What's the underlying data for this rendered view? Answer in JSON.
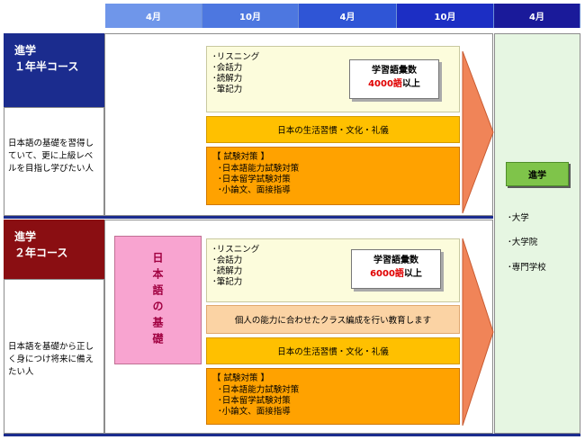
{
  "timeline": [
    {
      "label": "4月",
      "color": "#6f96ea"
    },
    {
      "label": "10月",
      "color": "#4d77e0"
    },
    {
      "label": "4月",
      "color": "#2f55d6"
    },
    {
      "label": "10月",
      "color": "#1c2ec4"
    },
    {
      "label": "4月",
      "color": "#1a1a9a"
    }
  ],
  "course1": {
    "title_line1": "進学",
    "title_line2": "１年半コース",
    "description": "日本語の基礎を習得していて、更に上級レベルを目指し学びたい人",
    "skills": [
      "･リスニング",
      "･会話力",
      "･読解力",
      "･筆記力"
    ],
    "vocab_label": "学習語彙数",
    "vocab_count": "4000語",
    "vocab_suffix": "以上",
    "culture": "日本の生活習慣・文化・礼儀",
    "exam_title": "【 試験対策 】",
    "exam_items": [
      "･日本語能力試験対策",
      "･日本留学試験対策",
      "･小論文、面接指導"
    ]
  },
  "course2": {
    "title_line1": "進学",
    "title_line2": "２年コース",
    "description": "日本語を基礎から正しく身につけ将来に備えたい人",
    "basics": "日本語の基礎",
    "skills": [
      "･リスニング",
      "･会話力",
      "･読解力",
      "･筆記力"
    ],
    "vocab_label": "学習語彙数",
    "vocab_count": "6000語",
    "vocab_suffix": "以上",
    "class_note": "個人の能力に合わせたクラス編成を行い教育します",
    "culture": "日本の生活習慣・文化・礼儀",
    "exam_title": "【 試験対策 】",
    "exam_items": [
      "･日本語能力試験対策",
      "･日本留学試験対策",
      "･小論文、面接指導"
    ]
  },
  "destination": {
    "label": "進学",
    "items": [
      "･大学",
      "･大学院",
      "･専門学校"
    ]
  },
  "colors": {
    "course1_head": "#1b2c8e",
    "course2_head": "#8a0e12",
    "arrow": "#f08458"
  }
}
